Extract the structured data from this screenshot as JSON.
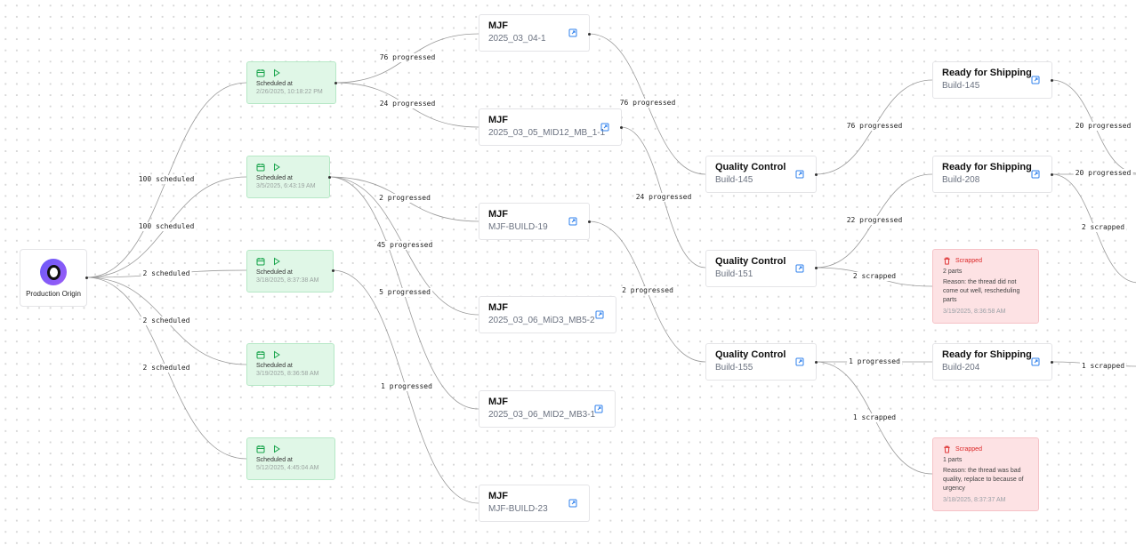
{
  "origin": {
    "label": "Production Origin"
  },
  "schedule_nodes": [
    {
      "label": "Scheduled at",
      "time": "2/26/2025, 10:18:22 PM"
    },
    {
      "label": "Scheduled at",
      "time": "3/5/2025, 6:43:19 AM"
    },
    {
      "label": "Scheduled at",
      "time": "3/18/2025, 8:37:38 AM"
    },
    {
      "label": "Scheduled at",
      "time": "3/19/2025, 8:36:58 AM"
    },
    {
      "label": "Scheduled at",
      "time": "5/12/2025, 4:45:04 AM"
    }
  ],
  "mjf_nodes": [
    {
      "title": "MJF",
      "subtitle": "2025_03_04-1"
    },
    {
      "title": "MJF",
      "subtitle": "2025_03_05_MID12_MB_1-1"
    },
    {
      "title": "MJF",
      "subtitle": "MJF-BUILD-19"
    },
    {
      "title": "MJF",
      "subtitle": "2025_03_06_MiD3_MB5-2"
    },
    {
      "title": "MJF",
      "subtitle": "2025_03_06_MID2_MB3-1"
    },
    {
      "title": "MJF",
      "subtitle": "MJF-BUILD-23"
    }
  ],
  "qc_nodes": [
    {
      "title": "Quality Control",
      "subtitle": "Build-145"
    },
    {
      "title": "Quality Control",
      "subtitle": "Build-151"
    },
    {
      "title": "Quality Control",
      "subtitle": "Build-155"
    }
  ],
  "shipping_nodes": [
    {
      "title": "Ready for Shipping",
      "subtitle": "Build-145"
    },
    {
      "title": "Ready for Shipping",
      "subtitle": "Build-208"
    },
    {
      "title": "Ready for Shipping",
      "subtitle": "Build-204"
    }
  ],
  "scrapped_nodes": [
    {
      "status": "Scrapped",
      "parts": "2 parts",
      "reason": "Reason: the thread did not come out well, rescheduling parts",
      "time": "3/19/2025, 8:36:58 AM"
    },
    {
      "status": "Scrapped",
      "parts": "1 parts",
      "reason": "Reason: the thread was bad quality, replace to because of urgency",
      "time": "3/18/2025, 8:37:37 AM"
    }
  ],
  "edge_labels": [
    "100 scheduled",
    "100 scheduled",
    "2 scheduled",
    "2 scheduled",
    "2 scheduled",
    "76 progressed",
    "24 progressed",
    "2 progressed",
    "45 progressed",
    "5 progressed",
    "1 progressed",
    "76 progressed",
    "24 progressed",
    "2 progressed",
    "76 progressed",
    "22 progressed",
    "2 scrapped",
    "1 progressed",
    "1 scrapped",
    "20 progressed",
    "20 progressed",
    "2 scrapped",
    "1 scrapped"
  ],
  "colors": {
    "schedule_fill": "#e0f7e7",
    "schedule_icon": "#16a34a",
    "scrapped_fill": "#fde2e4",
    "scrapped_text": "#dc2626",
    "link_icon": "#2f80ed",
    "origin_gradient": "#7b5cf6"
  },
  "icons": {
    "calendar": "calendar-icon",
    "play": "play-icon",
    "external_link": "external-link-icon",
    "trash": "trash-icon"
  }
}
